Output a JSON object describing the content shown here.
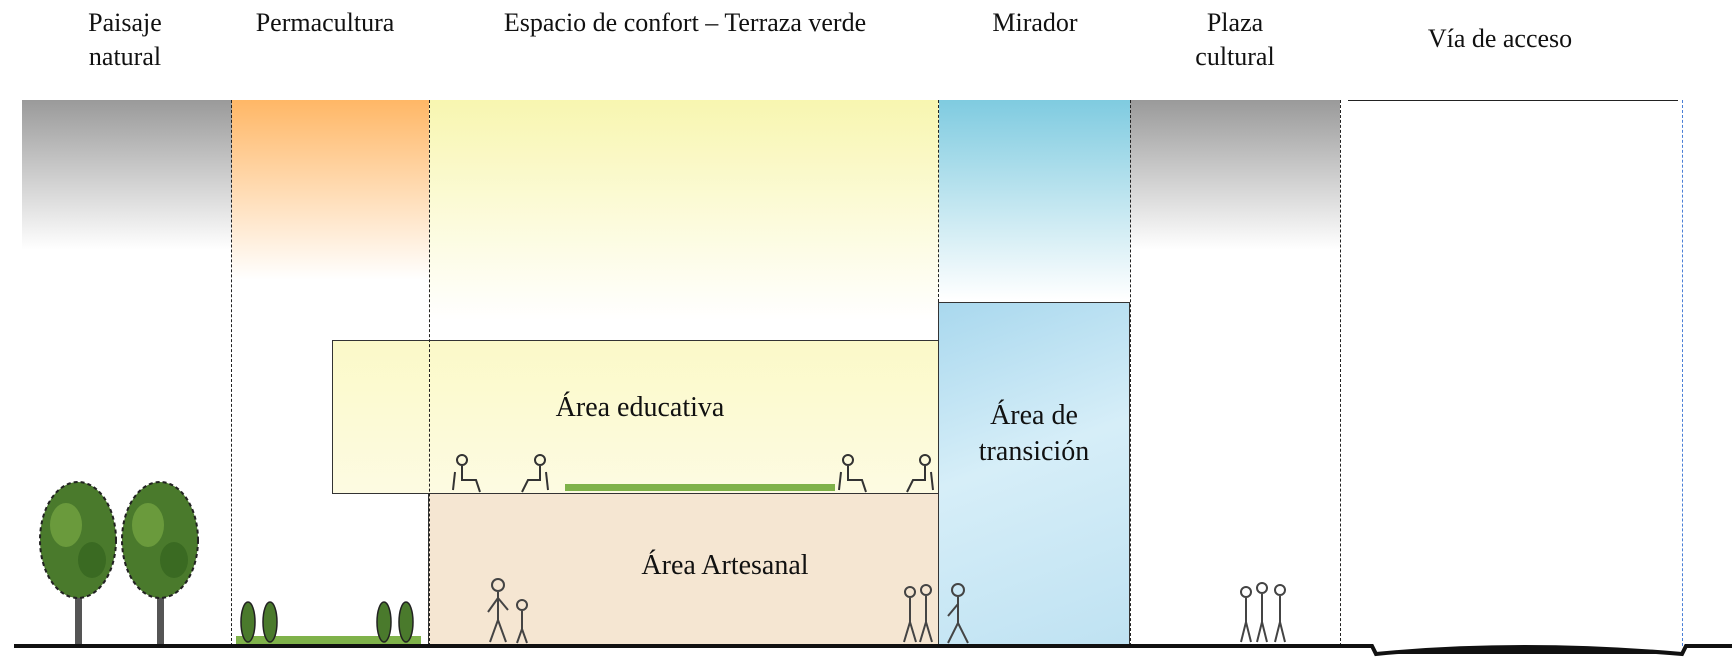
{
  "zones": [
    {
      "label": "Paisaje\nnatural"
    },
    {
      "label": "Permacultura"
    },
    {
      "label": "Espacio de confort – Terraza verde"
    },
    {
      "label": "Mirador"
    },
    {
      "label": "Plaza\ncultural"
    },
    {
      "label": "Vía de acceso"
    }
  ],
  "areas": {
    "educativa": "Área educativa",
    "artesanal": "Área Artesanal",
    "transicion": "Área de\ntransición"
  },
  "colors": {
    "grey_band": "#9a9a9a",
    "orange_band": "#ffb766",
    "yellow_band": "#f8f6b0",
    "blue_band": "#7fcbe0",
    "educativa_fill": "#fbf9c8",
    "artesanal_fill": "#f5e6d2",
    "transicion_fill": "#bfe2f2",
    "tree_green": "#4a7a2c",
    "grass_green": "#7fb24a"
  }
}
